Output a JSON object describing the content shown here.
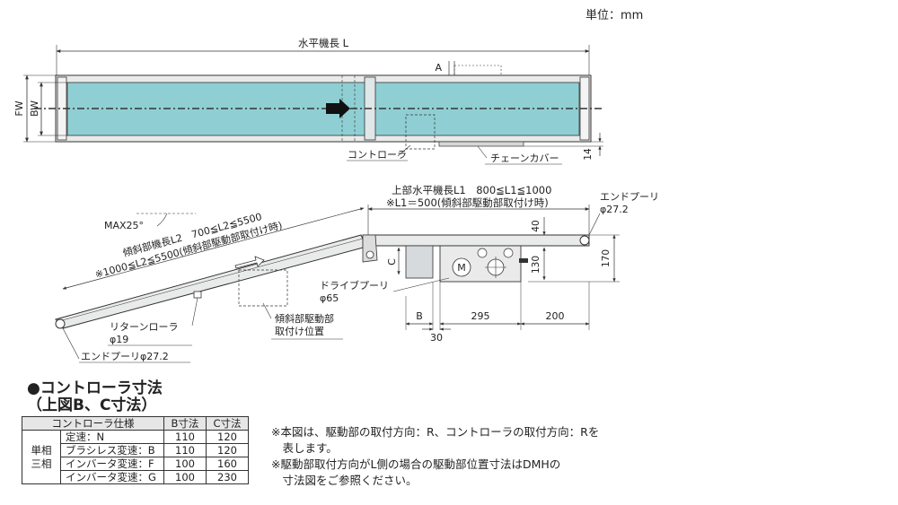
{
  "unit_label": "単位：mm",
  "top_view": {
    "length_label": "水平機長 L",
    "fw_label": "FW",
    "bw_label": "BW",
    "a_label": "A",
    "controller_label": "コントローラ",
    "chain_cover_label": "チェーンカバー",
    "dim_14": "14"
  },
  "side_view": {
    "upper_length_label": "上部水平機長L1　800≦L1≦1000",
    "upper_length_note": "※L1＝500(傾斜部駆動部取付け時)",
    "max_angle_label": "MAX25°",
    "incline_length_label": "傾斜部機長L2　700≦L2≦5500",
    "incline_length_note": "※1000≦L2≦5500(傾斜部駆動部取付け時)",
    "end_pulley_top_label": "エンドプーリ",
    "end_pulley_top_dia": "φ27.2",
    "dim_40": "40",
    "dim_130": "130",
    "dim_170": "170",
    "c_label": "C",
    "drive_pulley_label": "ドライブプーリ",
    "drive_pulley_dia": "φ65",
    "b_label": "B",
    "dim_295": "295",
    "dim_200": "200",
    "dim_30": "30",
    "motor_label": "M",
    "return_roller_label": "リターンローラ",
    "return_roller_dia": "φ19",
    "end_pulley_bottom_label": "エンドプーリφ27.2",
    "incline_drive_label_1": "傾斜部駆動部",
    "incline_drive_label_2": "取付け位置"
  },
  "controller_dims": {
    "title_1": "●コントローラ寸法",
    "title_2": "（上図B、C寸法）",
    "headers": [
      "コントローラ仕様",
      "B寸法",
      "C寸法"
    ],
    "group_label_1": "単相",
    "group_label_2": "三相",
    "rows": [
      {
        "spec": "定速：N",
        "b": "110",
        "c": "120"
      },
      {
        "spec": "ブラシレス変速：B",
        "b": "110",
        "c": "120"
      },
      {
        "spec": "インバータ変速：F",
        "b": "100",
        "c": "160"
      },
      {
        "spec": "インバータ変速：G",
        "b": "100",
        "c": "230"
      }
    ]
  },
  "notes": [
    "※本図は、駆動部の取付方向：R、コントローラの取付方向：Rを",
    "　表します。",
    "※駆動部取付方向がL側の場合の駆動部位置寸法はDMHの",
    "　寸法図をご参照ください。"
  ],
  "colors": {
    "belt": "#8fcfd3",
    "frame": "#e9eaea",
    "line": "#333333"
  }
}
